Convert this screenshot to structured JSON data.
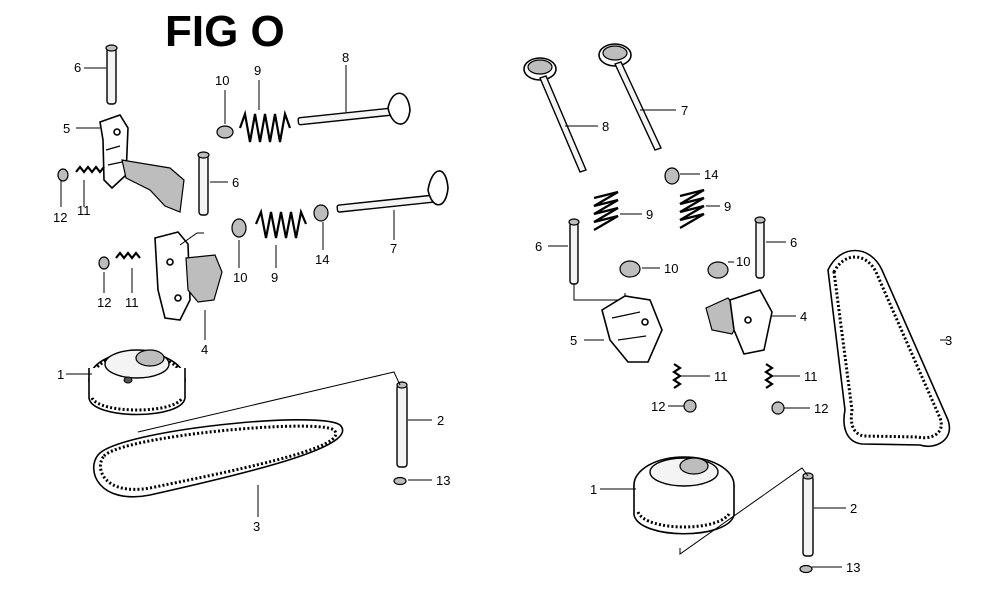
{
  "title": "FIG O",
  "left_view": {
    "callouts": [
      "1",
      "2",
      "3",
      "4",
      "5",
      "6",
      "6",
      "7",
      "8",
      "9",
      "9",
      "10",
      "10",
      "11",
      "11",
      "12",
      "12",
      "13",
      "14"
    ]
  },
  "right_view": {
    "callouts": [
      "1",
      "2",
      "3",
      "4",
      "5",
      "6",
      "6",
      "7",
      "8",
      "9",
      "9",
      "10",
      "10",
      "11",
      "11",
      "12",
      "12",
      "13",
      "14"
    ]
  }
}
